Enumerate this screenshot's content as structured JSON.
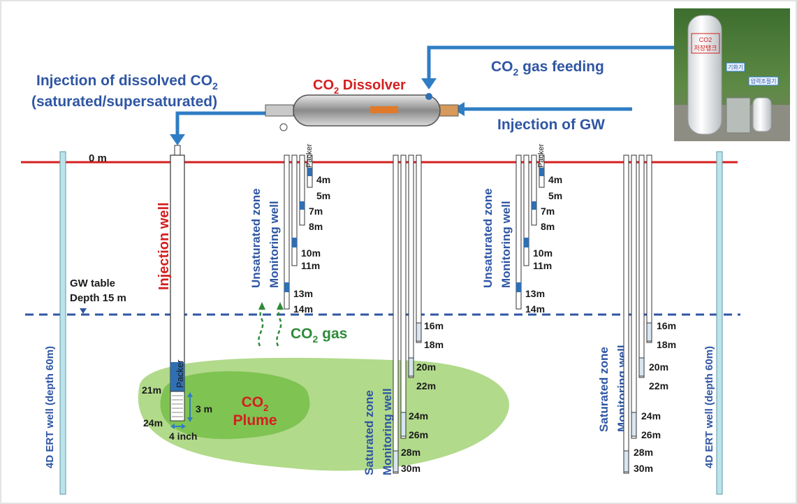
{
  "surface_label": "0 m",
  "gw_table": {
    "line1": "GW table",
    "line2": "Depth 15 m"
  },
  "injection": {
    "title_line1": "Injection of dissolved CO",
    "title_sub": "2",
    "title_line2": "(saturated/supersaturated)",
    "dissolver_main": "CO",
    "dissolver_sub": "2",
    "dissolver_rest": " Dissolver",
    "gas_feed_main": "CO",
    "gas_feed_sub": "2",
    "gas_feed_rest": " gas feeding",
    "gw_injection": "Injection of GW"
  },
  "tank_photo": {
    "tank_label_line1": "CO2",
    "tank_label_line2": "저장탱크",
    "vaporizer_label": "기화기",
    "pressure_label": "압력조절기"
  },
  "injection_well": {
    "label": "Injection well",
    "packer": "Packer",
    "top_depth": "21m",
    "bottom_depth": "24m",
    "interval": "3 m",
    "diameter": "4 inch"
  },
  "plume": {
    "line1_main": "CO",
    "line1_sub": "2",
    "line2": "Plume"
  },
  "co2_gas": {
    "main": "CO",
    "sub": "2",
    "rest": " gas"
  },
  "unsat_well_1": {
    "line1": "Unsaturated zone",
    "line2": "Monitoring well",
    "packer": "Packer",
    "depths": [
      "4m",
      "5m",
      "7m",
      "8m",
      "10m",
      "11m",
      "13m",
      "14m"
    ]
  },
  "unsat_well_2": {
    "line1": "Unsaturated zone",
    "line2": "Monitoring well",
    "packer": "Packer",
    "depths": [
      "4m",
      "5m",
      "7m",
      "8m",
      "10m",
      "11m",
      "13m",
      "14m"
    ]
  },
  "sat_well_1": {
    "line1": "Saturated zone",
    "line2": "Monitoring well",
    "depths": [
      "16m",
      "18m",
      "20m",
      "22m",
      "24m",
      "26m",
      "28m",
      "30m"
    ]
  },
  "sat_well_2": {
    "line1": "Saturated zone",
    "line2": "Monitoring well",
    "depths": [
      "16m",
      "18m",
      "20m",
      "22m",
      "24m",
      "26m",
      "28m",
      "30m"
    ]
  },
  "ert_left": {
    "label": "4D ERT well (depth 60m)"
  },
  "ert_right": {
    "label": "4D ERT well (depth 60m)"
  },
  "colors": {
    "surface_line": "#d41f1f",
    "gw_line": "#2f56a3",
    "arrow": "#2f7dc4",
    "plume_outer": "#a8d67e",
    "plume_inner": "#7cc24f",
    "ert_well": "#bde3ea"
  }
}
